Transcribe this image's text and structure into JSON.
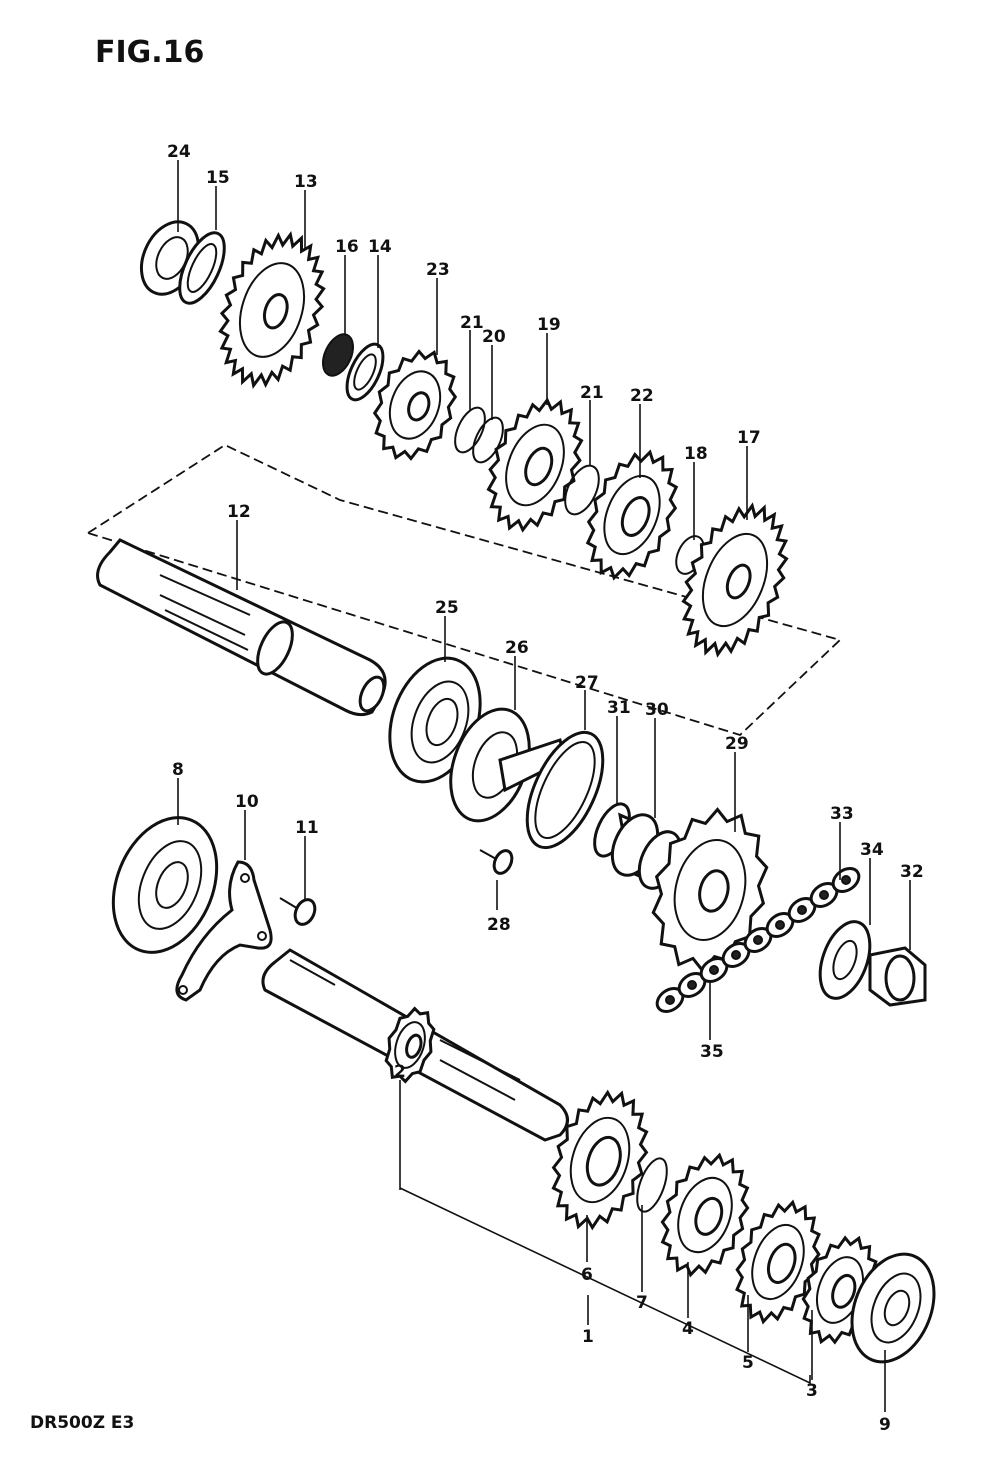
{
  "figure": {
    "title": "FIG.16",
    "model": "DR500Z  E3"
  },
  "callouts": {
    "c1": "1",
    "c2": "2",
    "c3": "3",
    "c4": "4",
    "c5": "5",
    "c6": "6",
    "c7": "7",
    "c8": "8",
    "c9": "9",
    "c10": "10",
    "c11": "11",
    "c12": "12",
    "c13": "13",
    "c14": "14",
    "c15": "15",
    "c16": "16",
    "c17": "17",
    "c18": "18",
    "c19": "19",
    "c20": "20",
    "c21a": "21",
    "c21b": "21",
    "c22": "22",
    "c23": "23",
    "c24": "24",
    "c25": "25",
    "c26": "26",
    "c27": "27",
    "c28": "28",
    "c29": "29",
    "c30": "30",
    "c31": "31",
    "c32": "32",
    "c33": "33",
    "c34": "34",
    "c35": "35"
  },
  "icons": {
    "gear": "gear-icon",
    "bearing": "bearing-icon",
    "shaft": "shaft-icon",
    "washer": "washer-icon",
    "circlip": "circlip-icon",
    "bolt": "bolt-icon",
    "sprocket": "sprocket-icon",
    "chain": "chain-icon",
    "nut": "nut-icon"
  }
}
